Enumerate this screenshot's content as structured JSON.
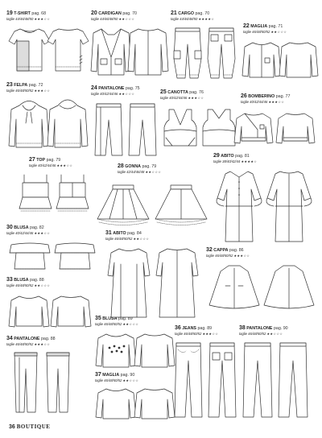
{
  "items": [
    {
      "num": "19",
      "name": "T-SHIRT",
      "page": "pag. 68",
      "sizes": "taglie 44/46/48/50",
      "stars": "★★★☆☆"
    },
    {
      "num": "20",
      "name": "CARDIGAN",
      "page": "pag. 70",
      "sizes": "taglie 44/46/48/50",
      "stars": "★★☆☆☆"
    },
    {
      "num": "21",
      "name": "CARGO",
      "page": "pag. 70",
      "sizes": "taglie 44/46/48/50",
      "stars": "★★★★☆"
    },
    {
      "num": "22",
      "name": "MAGLIA",
      "page": "pag. 71",
      "sizes": "taglie 46/48/50/52",
      "stars": "★★☆☆☆"
    },
    {
      "num": "23",
      "name": "FELPA",
      "page": "pag. 72",
      "sizes": "taglie 46/48/50/52",
      "stars": "★★★☆☆"
    },
    {
      "num": "24",
      "name": "PANTALONE",
      "page": "pag. 75",
      "sizes": "taglie 40/42/44/46",
      "stars": "★★☆☆☆"
    },
    {
      "num": "25",
      "name": "CANOTTA",
      "page": "pag. 76",
      "sizes": "taglie 40/42/44/46",
      "stars": "★★★☆☆"
    },
    {
      "num": "26",
      "name": "BOMBERINO",
      "page": "pag. 77",
      "sizes": "taglie 40/42/44/46",
      "stars": "★★★☆☆"
    },
    {
      "num": "27",
      "name": "TOP",
      "page": "pag. 79",
      "sizes": "taglie 40/42/44/46",
      "stars": "★★★☆☆"
    },
    {
      "num": "28",
      "name": "GONNA",
      "page": "pag. 79",
      "sizes": "taglie 42/44/46/48",
      "stars": "★★☆☆☆"
    },
    {
      "num": "29",
      "name": "ABITO",
      "page": "pag. 81",
      "sizes": "taglie 38/40/42/44",
      "stars": "★★★★☆"
    },
    {
      "num": "30",
      "name": "BLUSA",
      "page": "pag. 82",
      "sizes": "taglie 40/42/44/46",
      "stars": "★★★☆☆"
    },
    {
      "num": "31",
      "name": "ABITO",
      "page": "pag. 84",
      "sizes": "taglie 46/48/50/52",
      "stars": "★★☆☆☆"
    },
    {
      "num": "32",
      "name": "CAPPA",
      "page": "pag. 86",
      "sizes": "taglie 46/48/50/52",
      "stars": "★★★☆☆"
    },
    {
      "num": "33",
      "name": "BLUSA",
      "page": "pag. 88",
      "sizes": "taglie 46/48/50/52",
      "stars": "★★☆☆☆"
    },
    {
      "num": "34",
      "name": "PANTALONE",
      "page": "pag. 88",
      "sizes": "taglie 46/48/50/52",
      "stars": "★★★☆☆"
    },
    {
      "num": "35",
      "name": "BLUSA",
      "page": "pag. 89",
      "sizes": "taglie 46/48/50/52",
      "stars": "★★☆☆☆"
    },
    {
      "num": "36",
      "name": "JEANS",
      "page": "pag. 89",
      "sizes": "taglie 46/48/50/52",
      "stars": "★★★☆☆"
    },
    {
      "num": "37",
      "name": "MAGLIA",
      "page": "pag. 90",
      "sizes": "taglie 46/48/50/52",
      "stars": "★★☆☆☆"
    },
    {
      "num": "38",
      "name": "PANTALONE",
      "page": "pag. 90",
      "sizes": "taglie 46/48/50/52",
      "stars": "★★☆☆☆"
    }
  ],
  "footer": {
    "page_number": "36",
    "magazine": "BOUTIQUE"
  }
}
